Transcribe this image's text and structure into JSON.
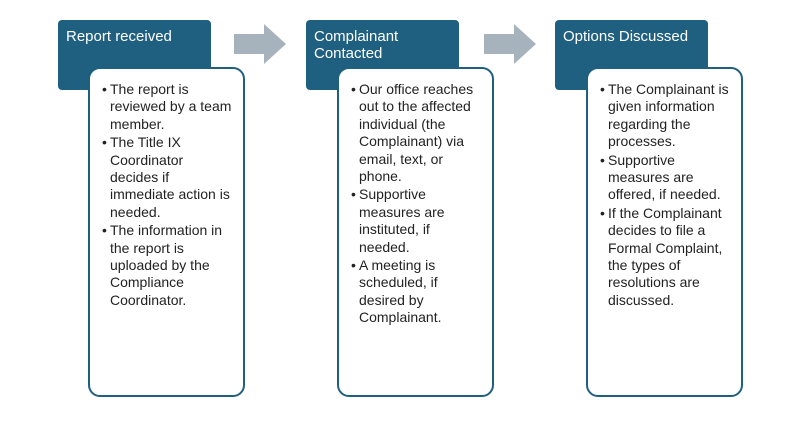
{
  "colors": {
    "header_bg": "#1f5f7f",
    "card_border": "#1f5f7f",
    "arrow": "#a6b3bd"
  },
  "steps": [
    {
      "title": "Report received",
      "bullets": [
        "The report is reviewed by a team member.",
        "The Title IX Coordinator decides if immediate action is needed.",
        "The information in the report is uploaded by the Compliance Coordinator."
      ]
    },
    {
      "title": "Complainant Contacted",
      "bullets": [
        "Our office reaches out to the affected individual (the Complainant) via email, text, or phone.",
        "Supportive measures are instituted, if needed.",
        "A meeting is scheduled, if desired by Complainant."
      ]
    },
    {
      "title": "Options Discussed",
      "bullets": [
        "The Complainant is given information regarding the processes.",
        "Supportive measures are offered, if needed.",
        "If the Complainant decides to file a Formal Complaint, the types of resolutions are discussed."
      ]
    }
  ]
}
